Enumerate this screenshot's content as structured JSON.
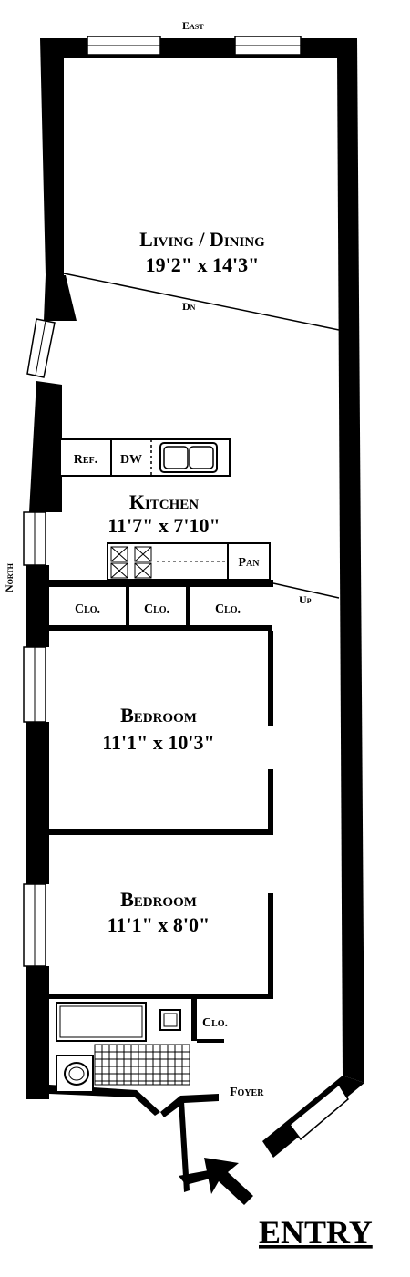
{
  "compass": {
    "east": "East",
    "north": "North"
  },
  "rooms": {
    "living": {
      "name": "Living / Dining",
      "dims": "19'2\" x 14'3\""
    },
    "kitchen": {
      "name": "Kitchen",
      "dims": "11'7\" x 7'10\""
    },
    "bedroom1": {
      "name": "Bedroom",
      "dims": "11'1\" x 10'3\""
    },
    "bedroom2": {
      "name": "Bedroom",
      "dims": "11'1\" x 8'0\""
    },
    "foyer": {
      "name": "Foyer"
    }
  },
  "fixtures": {
    "ref": "Ref.",
    "dw": "DW",
    "pan": "Pan",
    "closet": "Clo.",
    "dn": "Dn",
    "up": "Up"
  },
  "entry": "ENTRY"
}
